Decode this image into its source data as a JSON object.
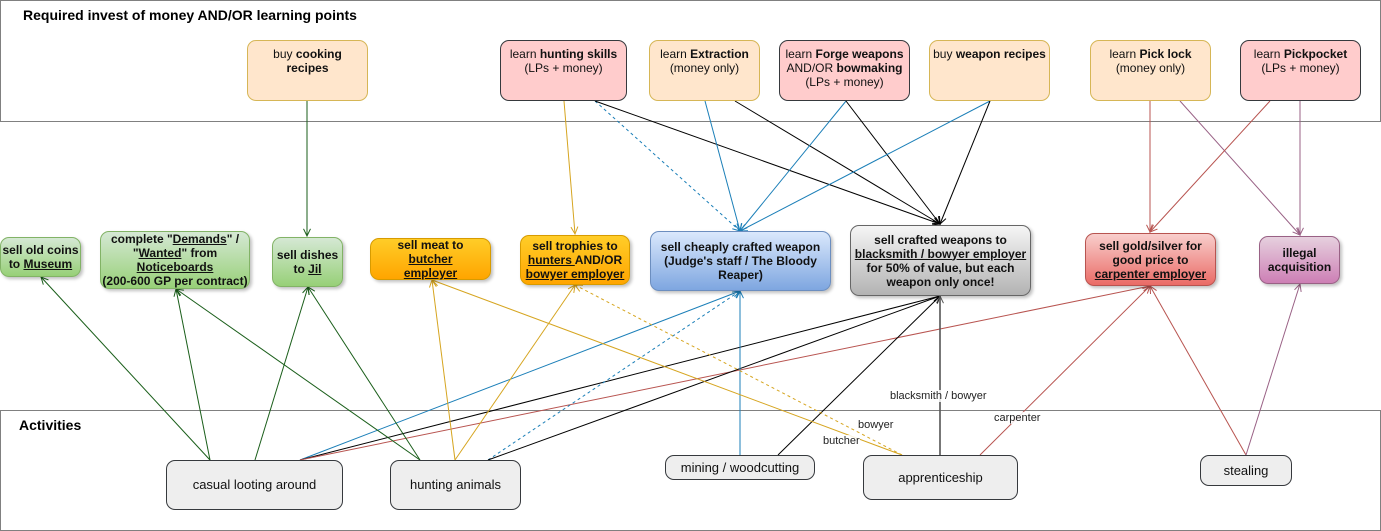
{
  "lanes": {
    "top": {
      "title": "Required invest of money AND/OR learning points"
    },
    "bottom": {
      "title": "Activities"
    }
  },
  "requirements": [
    {
      "id": "cooking",
      "pre": "buy ",
      "bold": "cooking recipes",
      "sub": "",
      "style": "peach"
    },
    {
      "id": "hunting",
      "pre": "learn ",
      "bold": "hunting skills",
      "sub": "(LPs + money)",
      "style": "pink"
    },
    {
      "id": "extraction",
      "pre": "learn ",
      "bold": "Extraction",
      "sub": "(money only)",
      "style": "peach"
    },
    {
      "id": "forge",
      "pre": "learn ",
      "bold": "Forge weapons",
      "mid": "AND/OR ",
      "bold2": "bowmaking",
      "sub": "(LPs + money)",
      "style": "pink"
    },
    {
      "id": "weaponrecipes",
      "pre": "buy ",
      "bold": "weapon recipes",
      "sub": "",
      "style": "peach"
    },
    {
      "id": "picklock",
      "pre": "learn ",
      "bold": "Pick lock",
      "sub": "(money only)",
      "style": "peach"
    },
    {
      "id": "pickpocket",
      "pre": "learn ",
      "bold": "Pickpocket",
      "sub": "(LPs + money)",
      "style": "pink"
    }
  ],
  "outcomes": {
    "coins": {
      "line1": "sell old coins",
      "line2_pre": "to ",
      "line2_u": "Museum"
    },
    "demands": {
      "l1_pre": "complete \"",
      "l1_u": "Demands",
      "l1_post": "\" /",
      "l2_pre": "\"",
      "l2_u": "Wanted",
      "l2_post": "\" from",
      "l3_u": "Noticeboards",
      "l4": "(200-600 GP per contract)"
    },
    "dishes": {
      "line1": "sell dishes",
      "line2_pre": "to ",
      "line2_u": "Jil"
    },
    "meat": {
      "l1_pre": "sell meat to ",
      "l1_u": "butcher",
      "l2_u": "employer"
    },
    "trophies": {
      "l1": "sell trophies to",
      "l2_u": "hunters ",
      "l2_post": "AND/OR",
      "l3_u": "bowyer employer"
    },
    "cheap": {
      "l1": "sell cheaply crafted weapon",
      "l2": "(Judge's staff / The Bloody",
      "l3": "Reaper)"
    },
    "crafted": {
      "l1": "sell crafted weapons to",
      "l2_u": "blacksmith / bowyer employer",
      "l3": "for 50% of value, but each",
      "l4": "weapon only once!"
    },
    "gold": {
      "l1": "sell gold/silver for",
      "l2": "good price to",
      "l3_u": "carpenter employer"
    },
    "illegal": {
      "l1": "illegal",
      "l2": "acquisition"
    }
  },
  "activities": {
    "looting": "casual looting around",
    "hunting": "hunting animals",
    "mining": "mining / woodcutting",
    "apprenticeship": "apprenticeship",
    "stealing": "stealing"
  },
  "edge_labels": {
    "blacksmith": "blacksmith / bowyer",
    "carpenter": "carpenter",
    "bowyer": "bowyer",
    "butcher": "butcher"
  },
  "edges": [
    {
      "from": "cooking",
      "to": "dishes",
      "color": "#1a5e1a"
    },
    {
      "from": "hunting",
      "to": "trophies",
      "color": "#d6a520"
    },
    {
      "from": "hunting",
      "to": "cheap",
      "color": "#1b7fb8",
      "dashed": true
    },
    {
      "from": "hunting",
      "to": "crafted",
      "color": "#000000"
    },
    {
      "from": "extraction",
      "to": "cheap",
      "color": "#1b7fb8"
    },
    {
      "from": "extraction",
      "to": "crafted",
      "color": "#000000"
    },
    {
      "from": "forge",
      "to": "cheap",
      "color": "#1b7fb8"
    },
    {
      "from": "forge",
      "to": "crafted",
      "color": "#000000"
    },
    {
      "from": "weaponrecipes",
      "to": "cheap",
      "color": "#1b7fb8"
    },
    {
      "from": "weaponrecipes",
      "to": "crafted",
      "color": "#000000"
    },
    {
      "from": "picklock",
      "to": "gold",
      "color": "#b85450"
    },
    {
      "from": "picklock",
      "to": "illegal",
      "color": "#996185"
    },
    {
      "from": "pickpocket",
      "to": "gold",
      "color": "#b85450"
    },
    {
      "from": "pickpocket",
      "to": "illegal",
      "color": "#996185"
    },
    {
      "from": "looting",
      "to": "coins",
      "color": "#1a5e1a"
    },
    {
      "from": "looting",
      "to": "demands",
      "color": "#1a5e1a"
    },
    {
      "from": "looting",
      "to": "dishes",
      "color": "#1a5e1a"
    },
    {
      "from": "looting",
      "to": "cheap",
      "color": "#1b7fb8"
    },
    {
      "from": "looting",
      "to": "crafted",
      "color": "#000000"
    },
    {
      "from": "looting",
      "to": "gold",
      "color": "#b85450"
    },
    {
      "from": "hunting_act",
      "to": "demands",
      "color": "#1a5e1a"
    },
    {
      "from": "hunting_act",
      "to": "dishes",
      "color": "#1a5e1a"
    },
    {
      "from": "hunting_act",
      "to": "meat",
      "color": "#d6a520"
    },
    {
      "from": "hunting_act",
      "to": "trophies",
      "color": "#d6a520"
    },
    {
      "from": "hunting_act",
      "to": "cheap",
      "color": "#1b7fb8",
      "dashed": true
    },
    {
      "from": "hunting_act",
      "to": "crafted",
      "color": "#000000"
    },
    {
      "from": "mining",
      "to": "cheap",
      "color": "#1b7fb8"
    },
    {
      "from": "mining",
      "to": "crafted",
      "color": "#000000"
    },
    {
      "from": "apprenticeship",
      "to": "meat",
      "color": "#d6a520",
      "label": "butcher"
    },
    {
      "from": "apprenticeship",
      "to": "trophies",
      "color": "#d6a520",
      "dashed": true,
      "label": "bowyer"
    },
    {
      "from": "apprenticeship",
      "to": "crafted",
      "color": "#555555",
      "label": "blacksmith / bowyer"
    },
    {
      "from": "apprenticeship",
      "to": "gold",
      "color": "#b85450",
      "label": "carpenter"
    },
    {
      "from": "stealing",
      "to": "gold",
      "color": "#b85450"
    },
    {
      "from": "stealing",
      "to": "illegal",
      "color": "#996185"
    }
  ]
}
